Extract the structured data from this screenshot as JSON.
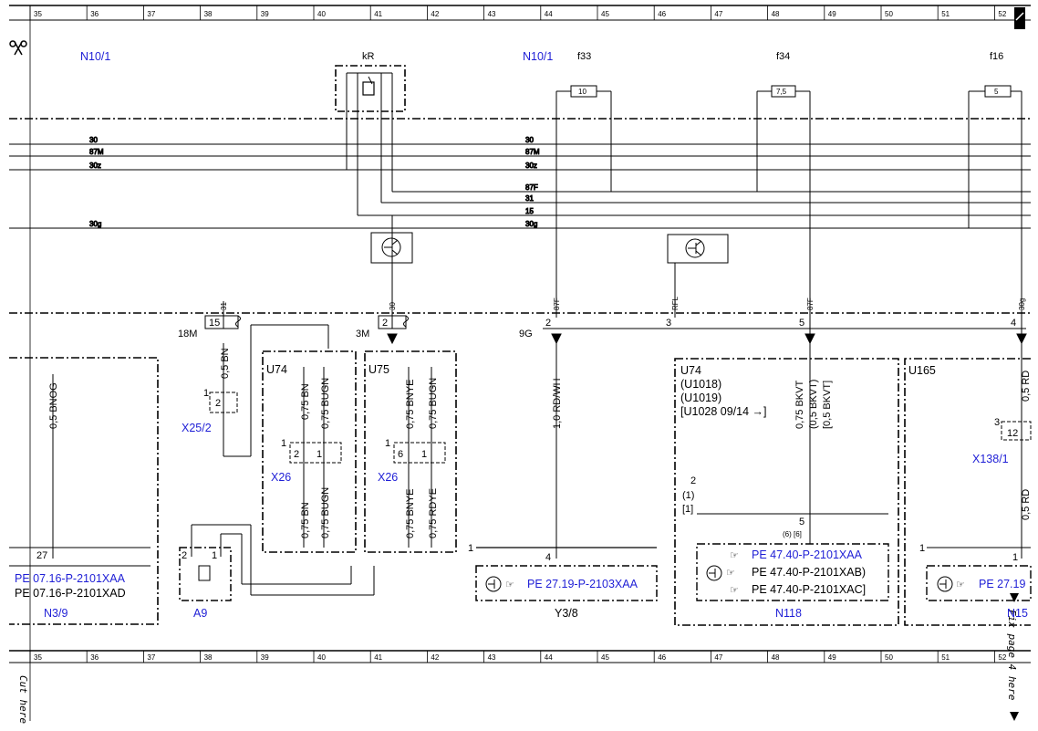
{
  "columns": [
    "35",
    "36",
    "37",
    "38",
    "39",
    "40",
    "41",
    "42",
    "43",
    "44",
    "45",
    "46",
    "47",
    "48",
    "49",
    "50",
    "51",
    "52"
  ],
  "page_marks": {
    "cut_here": "Cut here",
    "fix_page": "Fix page 4 here",
    "scissors": "scissors-icon",
    "corner": "page-corner-icon"
  },
  "top_labels": {
    "n10_1_left": "N10/1",
    "n10_1_mid": "N10/1",
    "kR": "kR",
    "f33": "f33",
    "f34": "f34",
    "f16": "f16"
  },
  "fuses": {
    "f33": "10",
    "f34": "7,5",
    "f16": "5"
  },
  "buses": [
    {
      "left": "30",
      "right": "30"
    },
    {
      "left": "87M",
      "right": "87M"
    },
    {
      "left": "30z",
      "right": "30z"
    },
    {
      "left": "",
      "right": "87F"
    },
    {
      "left": "",
      "right": "31"
    },
    {
      "left": "",
      "right": "15"
    },
    {
      "left": "30g",
      "right": "30g"
    }
  ],
  "pin_labels": {
    "p31": "31",
    "p30": "30",
    "p87F_a": "87F",
    "p87F_b": "87F",
    "pRFL": "RFL",
    "p30g": "30g"
  },
  "connectors": {
    "c18M": "18M",
    "c18M_pin": "15",
    "c3M": "3M",
    "c3M_pin": "2",
    "c9G": "9G",
    "c9G_pins": [
      "2",
      "3",
      "5",
      "4"
    ]
  },
  "wires": {
    "bn_18m": "0,5 BN",
    "bnog": "0,5 BNOG",
    "u74_bn": "0,75 BN",
    "u74_bugn": "0,75 BUGN",
    "u75_bnye": "0,75 BNYE",
    "u75_bugn": "0,75 BUGN",
    "u74_bn_lo": "0,75 BN",
    "u74_bugn_lo": "0,75 BUGN",
    "u75_bnye_lo": "0,75 BNYE",
    "u75_rdye_lo": "0,75 RDYE",
    "rdwh": "1,0 RD/WH",
    "bkvt": "0,75 BKVT",
    "bkvt_p1": "(0,5 BKVT)",
    "bkvt_p2": "[0,5 BKVT]",
    "rd_top": "0,5 RD",
    "rd_lo": "0,5 RD"
  },
  "components": {
    "x25_2": "X25/2",
    "x25_pin1": "1",
    "x25_pin2": "2",
    "u74": "U74",
    "u75": "U75",
    "x26_a": "X26",
    "x26_b": "X26",
    "x26_a_pins": [
      "1",
      "2",
      "1"
    ],
    "x26_b_pins": [
      "1",
      "6",
      "1"
    ],
    "a9": "A9",
    "a9_pins": [
      "2",
      "1"
    ],
    "n3_9": "N3/9",
    "n3_9_pin": "27",
    "n3_9_refs": [
      "PE 07.16-P-2101XAA",
      "PE 07.16-P-2101XAD"
    ],
    "y3_8": "Y3/8",
    "y3_8_pins": [
      "1",
      "4"
    ],
    "y3_8_ref": "PE 27.19-P-2103XAA",
    "u74_right": [
      "U74",
      "(U1018)",
      "(U1019)",
      "[U1028 09/14 →]"
    ],
    "n118": "N118",
    "n118_pins": [
      "2",
      "(1)",
      "[1]",
      "5",
      "(6) [6]"
    ],
    "n118_refs": [
      "PE 47.40-P-2101XAA",
      "PE 47.40-P-2101XAB)",
      "PE 47.40-P-2101XAC]"
    ],
    "u165": "U165",
    "x138_1": "X138/1",
    "x138_pins": [
      "3",
      "12"
    ],
    "n15": "N15",
    "n15_pins": [
      "1",
      "1"
    ],
    "n15_ref": "PE 27.19"
  }
}
